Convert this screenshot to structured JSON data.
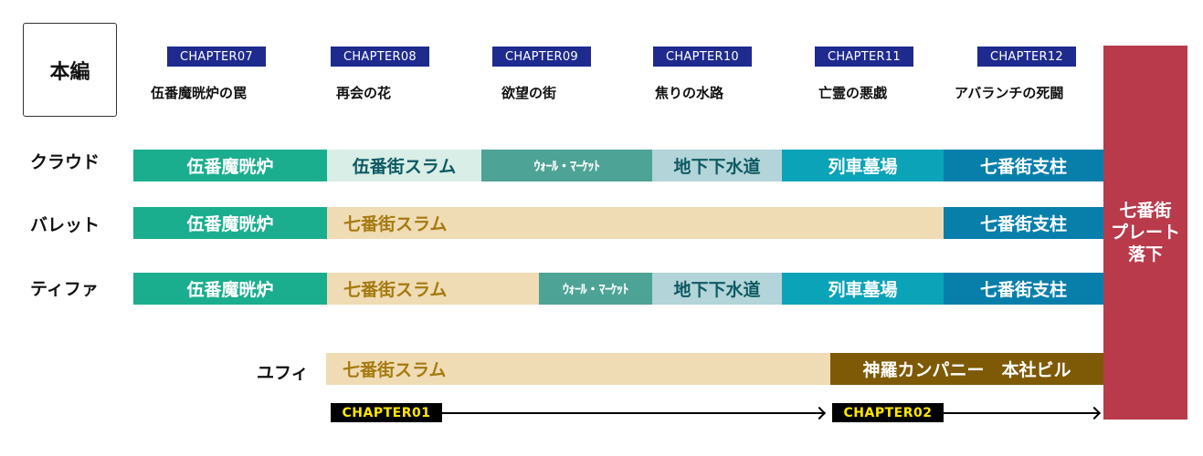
{
  "main_label": "本編",
  "chapters": [
    {
      "badge": "CHAPTER07",
      "title": "伍番魔晄炉の罠"
    },
    {
      "badge": "CHAPTER08",
      "title": "再会の花"
    },
    {
      "badge": "CHAPTER09",
      "title": "欲望の街"
    },
    {
      "badge": "CHAPTER10",
      "title": "焦りの水路"
    },
    {
      "badge": "CHAPTER11",
      "title": "亡霊の悪戯"
    },
    {
      "badge": "CHAPTER12",
      "title": "アバランチの死闘"
    }
  ],
  "rows": [
    {
      "name": "クラウド",
      "segments": [
        {
          "label": "伍番魔晄炉",
          "color": "#1aae8e"
        },
        {
          "label": "伍番街スラム",
          "color": "#d8eee6"
        },
        {
          "label": "ｳｫｰﾙ・ﾏｰｹｯﾄ",
          "color": "#4da396"
        },
        {
          "label": "地下下水道",
          "color": "#b3d4d8"
        },
        {
          "label": "列車墓場",
          "color": "#0aa3b8"
        },
        {
          "label": "七番街支柱",
          "color": "#087fab"
        }
      ]
    },
    {
      "name": "バレット",
      "segments": [
        {
          "label": "伍番魔晄炉",
          "color": "#1aae8e"
        },
        {
          "label": "七番街スラム",
          "color": "#f0dcb4"
        },
        {
          "label": "七番街支柱",
          "color": "#087fab"
        }
      ]
    },
    {
      "name": "ティファ",
      "segments": [
        {
          "label": "伍番魔晄炉",
          "color": "#1aae8e"
        },
        {
          "label": "七番街スラム",
          "color": "#f0dcb4"
        },
        {
          "label": "ｳｫｰﾙ・ﾏｰｹｯﾄ",
          "color": "#4da396"
        },
        {
          "label": "地下下水道",
          "color": "#b3d4d8"
        },
        {
          "label": "列車墓場",
          "color": "#0aa3b8"
        },
        {
          "label": "七番街支柱",
          "color": "#087fab"
        }
      ]
    },
    {
      "name": "ユフィ",
      "segments": [
        {
          "label": "七番街スラム",
          "color": "#f0dcb4"
        },
        {
          "label": "神羅カンパニー　本社ビル",
          "color": "#7e5a06"
        }
      ]
    }
  ],
  "final_event": {
    "line1": "七番街",
    "line2": "プレート",
    "line3": "落下",
    "color": "#b83a4b"
  },
  "bottom_chapters": [
    {
      "badge": "CHAPTER01"
    },
    {
      "badge": "CHAPTER02"
    }
  ]
}
